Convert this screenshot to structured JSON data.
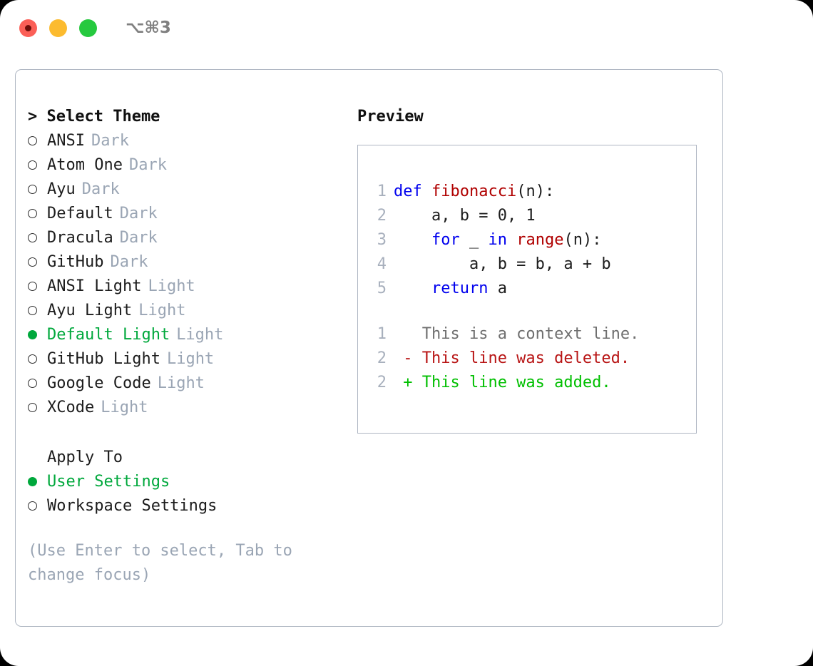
{
  "titlebar": {
    "shortcut": "⌥⌘3",
    "lights": [
      "close",
      "minimize",
      "maximize"
    ]
  },
  "theme_panel": {
    "header": "> Select Theme",
    "items": [
      {
        "marker": "o",
        "selected": false,
        "label": "ANSI",
        "variant": "Dark"
      },
      {
        "marker": "o",
        "selected": false,
        "label": "Atom One",
        "variant": "Dark"
      },
      {
        "marker": "o",
        "selected": false,
        "label": "Ayu",
        "variant": "Dark"
      },
      {
        "marker": "o",
        "selected": false,
        "label": "Default",
        "variant": "Dark"
      },
      {
        "marker": "o",
        "selected": false,
        "label": "Dracula",
        "variant": "Dark"
      },
      {
        "marker": "o",
        "selected": false,
        "label": "GitHub",
        "variant": "Dark"
      },
      {
        "marker": "o",
        "selected": false,
        "label": "ANSI Light",
        "variant": "Light"
      },
      {
        "marker": "o",
        "selected": false,
        "label": "Ayu Light",
        "variant": "Light"
      },
      {
        "marker": "●",
        "selected": true,
        "label": "Default Light",
        "variant": "Light"
      },
      {
        "marker": "o",
        "selected": false,
        "label": "GitHub Light",
        "variant": "Light"
      },
      {
        "marker": "o",
        "selected": false,
        "label": "Google Code",
        "variant": "Light"
      },
      {
        "marker": "o",
        "selected": false,
        "label": "XCode",
        "variant": "Light"
      }
    ]
  },
  "apply_to": {
    "title": "Apply To",
    "options": [
      {
        "marker": "●",
        "selected": true,
        "label": "User Settings"
      },
      {
        "marker": "o",
        "selected": false,
        "label": "Workspace Settings"
      }
    ]
  },
  "hint": "(Use Enter to select, Tab to change focus)",
  "preview": {
    "title": "Preview",
    "code_lines": [
      {
        "no": "1",
        "tokens": [
          {
            "t": "def ",
            "c": "kw"
          },
          {
            "t": "fibonacci",
            "c": "fn"
          },
          {
            "t": "(n):",
            "c": "plain"
          }
        ]
      },
      {
        "no": "2",
        "tokens": [
          {
            "t": "    a, b = 0, 1",
            "c": "plain"
          }
        ]
      },
      {
        "no": "3",
        "tokens": [
          {
            "t": "    ",
            "c": "plain"
          },
          {
            "t": "for",
            "c": "kw"
          },
          {
            "t": " _ ",
            "c": "plain"
          },
          {
            "t": "in ",
            "c": "kw"
          },
          {
            "t": "range",
            "c": "fn"
          },
          {
            "t": "(n):",
            "c": "plain"
          }
        ]
      },
      {
        "no": "4",
        "tokens": [
          {
            "t": "        a, b = b, a + b",
            "c": "plain"
          }
        ]
      },
      {
        "no": "5",
        "tokens": [
          {
            "t": "    ",
            "c": "plain"
          },
          {
            "t": "return",
            "c": "kw"
          },
          {
            "t": " a",
            "c": "plain"
          }
        ]
      }
    ],
    "diff_lines": [
      {
        "no": "1",
        "sign": " ",
        "text": "This is a context line.",
        "kind": "ctx"
      },
      {
        "no": "2",
        "sign": "-",
        "text": "This line was deleted.",
        "kind": "del"
      },
      {
        "no": "2",
        "sign": "+",
        "text": "This line was added.",
        "kind": "add"
      }
    ]
  },
  "colors": {
    "accent_green": "#00a83c",
    "variant_gray": "#9aa5b4",
    "keyword_blue": "#0000ee",
    "function_red": "#b00000",
    "diff_delete": "#b81414",
    "diff_add": "#00bf00",
    "border": "#aeb6c2",
    "light_red": "#fb5f57",
    "light_yellow": "#fcbb2f",
    "light_green": "#26c93f"
  }
}
